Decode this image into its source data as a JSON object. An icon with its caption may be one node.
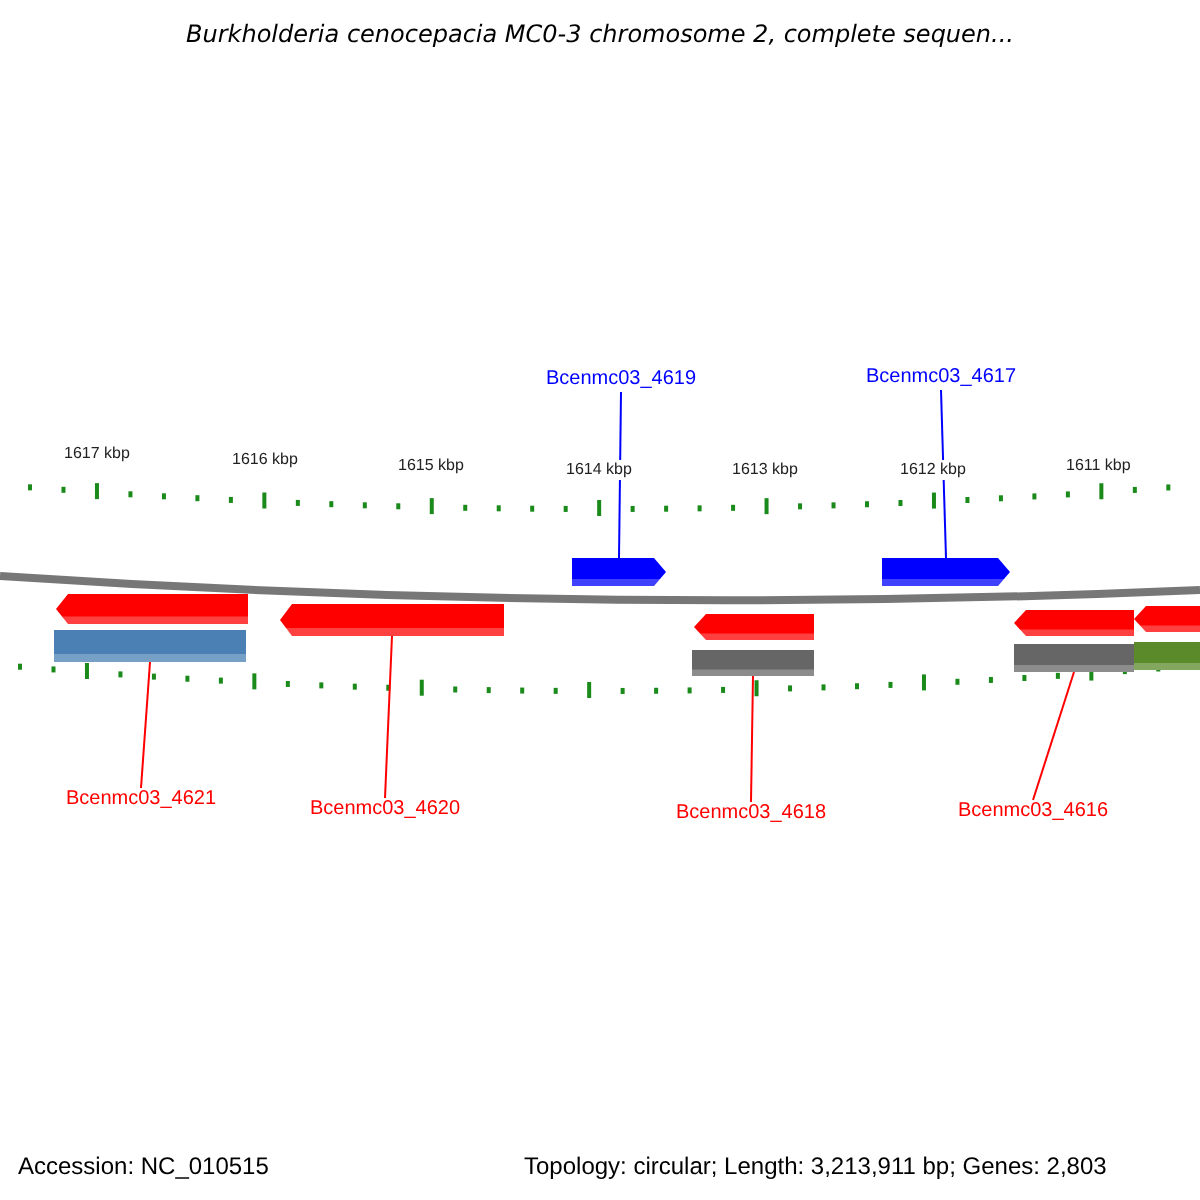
{
  "diagram": {
    "title": "Burkholderia cenocepacia MC0-3 chromosome 2, complete sequen...",
    "nodes": [
      {
        "text": [
          "Bcenmc03_4619"
        ]
      },
      {
        "text": [
          "Bcenmc03_4617"
        ]
      },
      {
        "text": [
          "Bcenmc03_4621"
        ]
      },
      {
        "text": [
          "Bcenmc03_4620"
        ]
      },
      {
        "text": [
          "Bcenmc03_4618"
        ]
      },
      {
        "text": [
          "Bcenmc03_4616"
        ]
      },
      {
        "text": [],
        "shape": "arrow"
      },
      {
        "text": [],
        "shape": "bar"
      },
      {
        "text": [],
        "shape": "arrow"
      },
      {
        "text": [],
        "shape": "arrow"
      },
      {
        "text": [],
        "shape": "arrow"
      },
      {
        "text": [],
        "shape": "bar"
      },
      {
        "text": [],
        "shape": "arrow"
      },
      {
        "text": [],
        "shape": "arrow"
      },
      {
        "text": [],
        "shape": "bar"
      },
      {
        "text": [],
        "shape": "arrow"
      },
      {
        "text": [],
        "shape": "bar"
      }
    ],
    "edges": [
      {
        "from": 0,
        "to": 9,
        "arrow": "none",
        "color": "#0000ff"
      },
      {
        "from": 1,
        "to": 12,
        "arrow": "none",
        "color": "#0000ff"
      },
      {
        "from": 2,
        "to": 7,
        "arrow": "none"
      },
      {
        "from": 3,
        "to": 8,
        "arrow": "none"
      },
      {
        "from": 4,
        "to": 11,
        "arrow": "none"
      },
      {
        "from": 5,
        "to": 14,
        "arrow": "none"
      }
    ],
    "labels": [
      "1617 kbp",
      "1616 kbp",
      "1615 kbp",
      "1614 kbp",
      "1613 kbp",
      "1612 kbp",
      "1611 kbp",
      "Accession: NC_010515",
      "Topology: circular; Length: 3,213,911 bp; Genes: 2,803"
    ]
  }
}
